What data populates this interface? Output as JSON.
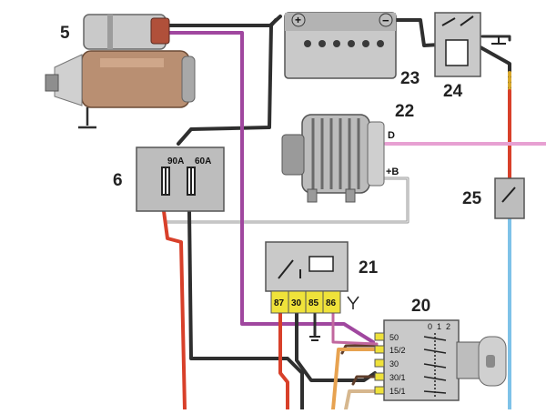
{
  "diagram": {
    "callouts": {
      "starter": "5",
      "fuse_block": "6",
      "ignition_switch": "20",
      "relay": "21",
      "alternator": "22",
      "battery": "23",
      "ground_switch": "24",
      "inline_switch": "25"
    },
    "battery": {
      "plus": "+",
      "minus": "−"
    },
    "fuses": {
      "left": "90A",
      "right": "60A"
    },
    "alternator_terminals": {
      "d": "D",
      "b": "+B"
    },
    "relay_pins": [
      "87",
      "30",
      "85",
      "86"
    ],
    "ignition_switch": {
      "positions": [
        "0",
        "1",
        "2"
      ],
      "terminals": [
        "50",
        "15/2",
        "30",
        "30/1",
        "15/1"
      ]
    },
    "wire_colors": {
      "red": "#d8402a",
      "dark": "#2f2f2f",
      "pink": "#c1679e",
      "magenta": "#a0479f",
      "light_pink": "#e7a0d2",
      "blue": "#7ec2e8",
      "orange": "#e7a250",
      "tan": "#d6b78e",
      "brown": "#5e3d2a"
    }
  }
}
